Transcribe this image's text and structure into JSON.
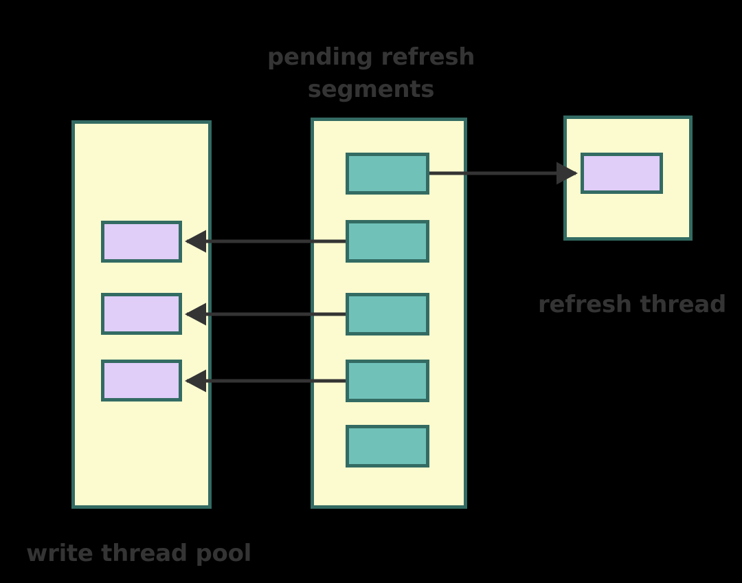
{
  "diagram": {
    "title": "pending refresh segments",
    "title_lines": [
      "pending refresh",
      "segments"
    ],
    "background_color": "#000000",
    "palette": {
      "pool_fill": "#fbfbcf",
      "border": "#336b63",
      "thread_box_fill": "#e0cdf8",
      "segment_box_fill": "#70c2b9",
      "arrow_color": "#343434",
      "text_color": "#343434"
    },
    "pools": [
      {
        "id": "write-thread-pool",
        "label": "write thread pool",
        "label_position": "bottom-left",
        "boxes": [
          {
            "id": "thread-box-1",
            "kind": "thread"
          },
          {
            "id": "thread-box-2",
            "kind": "thread"
          },
          {
            "id": "thread-box-3",
            "kind": "thread"
          }
        ]
      },
      {
        "id": "pending-refresh-segments",
        "label": "pending refresh segments",
        "label_position": "top-center",
        "boxes": [
          {
            "id": "segment-box-1",
            "kind": "segment"
          },
          {
            "id": "segment-box-2",
            "kind": "segment"
          },
          {
            "id": "segment-box-3",
            "kind": "segment"
          },
          {
            "id": "segment-box-4",
            "kind": "segment"
          },
          {
            "id": "segment-box-5",
            "kind": "segment"
          }
        ]
      },
      {
        "id": "refresh-thread",
        "label": "refresh thread",
        "label_position": "bottom-left",
        "boxes": [
          {
            "id": "refresh-thread-box",
            "kind": "thread"
          }
        ]
      }
    ],
    "arrows": [
      {
        "id": "arrow-segment1-to-refresh-thread",
        "from": "segment-box-1",
        "to": "refresh-thread-box",
        "direction": "right"
      },
      {
        "id": "arrow-segment2-to-thread1",
        "from": "segment-box-2",
        "to": "thread-box-1",
        "direction": "left"
      },
      {
        "id": "arrow-segment3-to-thread2",
        "from": "segment-box-3",
        "to": "thread-box-2",
        "direction": "left"
      },
      {
        "id": "arrow-segment4-to-thread3",
        "from": "segment-box-4",
        "to": "thread-box-3",
        "direction": "left"
      }
    ]
  }
}
